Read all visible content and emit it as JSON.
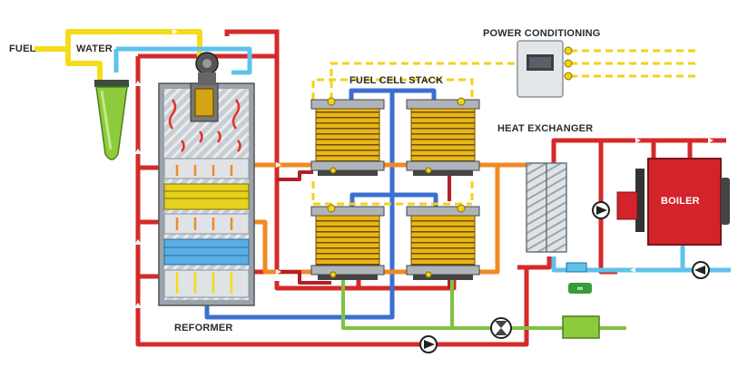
{
  "labels": {
    "fuel": "FUEL",
    "water": "WATER",
    "fuel_cell_stack": "FUEL CELL STACK",
    "power_conditioning": "POWER CONDITIONING",
    "heat_exchanger": "HEAT EXCHANGER",
    "reformer": "REFORMER",
    "boiler": "BOILER"
  },
  "colors": {
    "fuel_line": "#f5dc1a",
    "water_line": "#5ec3ea",
    "hot_line": "#d42a2a",
    "cool_line": "#3b6fd0",
    "orange_line": "#f08a24",
    "green_line": "#7ec242",
    "power_line": "#f2d21a",
    "stack_gold": "#e8b416",
    "boiler_red": "#d3242b"
  }
}
